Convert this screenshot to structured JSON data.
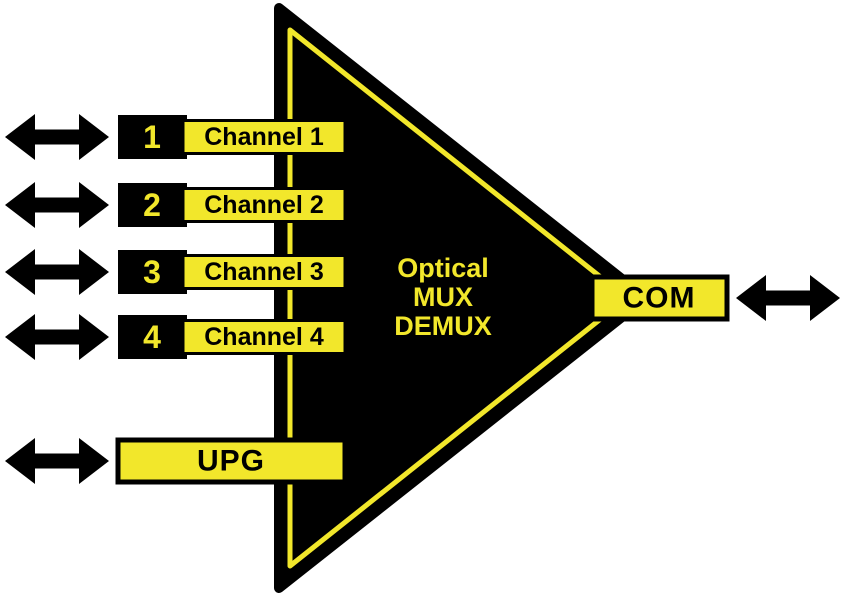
{
  "colors": {
    "background": "#FFFFFF",
    "accent_yellow": "#F2E72B",
    "body_black": "#000000"
  },
  "diagram": {
    "title_lines": [
      "Optical",
      "MUX",
      "DEMUX"
    ],
    "channels": [
      {
        "number": "1",
        "label": "Channel 1"
      },
      {
        "number": "2",
        "label": "Channel 2"
      },
      {
        "number": "3",
        "label": "Channel 3"
      },
      {
        "number": "4",
        "label": "Channel 4"
      }
    ],
    "upg_label": "UPG",
    "com_label": "COM"
  }
}
